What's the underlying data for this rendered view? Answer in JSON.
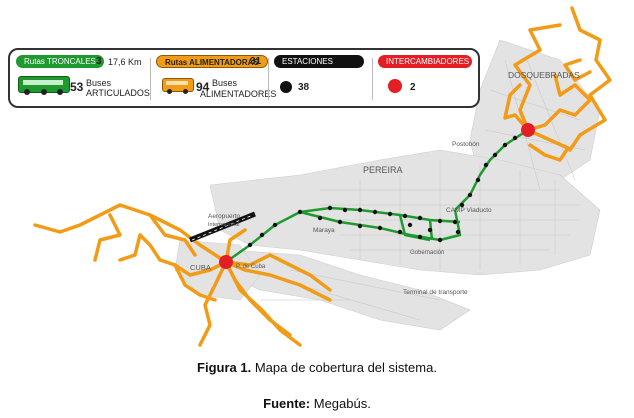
{
  "legend": {
    "troncales": {
      "label": "Rutas TRONCALES",
      "count": "3",
      "km": "17,6 Km",
      "bus_count": "53",
      "bus_label1": "Buses",
      "bus_label2": "ARTICULADOS"
    },
    "alimentadoras": {
      "label": "Rutas ALIMENTADORAS",
      "count": "31",
      "bus_count": "94",
      "bus_label1": "Buses",
      "bus_label2": "ALIMENTADORES"
    },
    "estaciones": {
      "label": "ESTACIONES",
      "count": "38"
    },
    "intercambiadores": {
      "label": "INTERCAMBIADORES",
      "count": "2"
    }
  },
  "places": {
    "dosquebradas": "DOSQUEBRADAS",
    "postobon": "Postobón",
    "pereira": "PEREIRA",
    "camp_viaducto": "CAMP Viaducto",
    "aeropuerto": "Aeropuerto",
    "internacional": "Internacional",
    "maraya": "Maraya",
    "cuba": "CUBA",
    "p_de_cuba": "P. de Cuba",
    "gobernacion": "Gobernación",
    "terminal": "Terminal de transporte"
  },
  "caption": {
    "figura_bold": "Figura 1.",
    "figura_text": " Mapa de cobertura del sistema.",
    "fuente_bold": "Fuente:",
    "fuente_text": " Megabús."
  },
  "colors": {
    "troncal": "#1e9a2e",
    "alimentadora": "#f29b16",
    "estacion": "#111111",
    "intercambiador": "#e31e24",
    "urban": "#dcdcdc"
  }
}
